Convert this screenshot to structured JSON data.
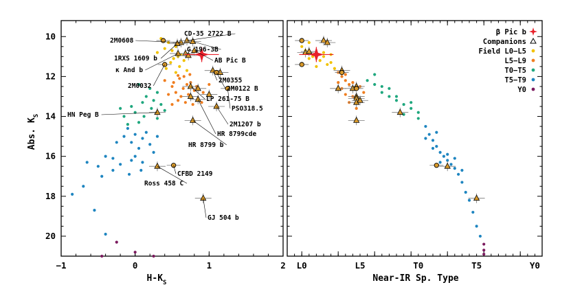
{
  "chart_data": [
    {
      "type": "scatter",
      "panel": "left",
      "xlabel": "H-K",
      "xlabel_sub": "S",
      "ylabel": "Abs. K",
      "ylabel_sub": "S",
      "xlim": [
        -1,
        2
      ],
      "ylim": [
        21,
        9.2
      ],
      "y_inverted": true,
      "xticks": [
        -1,
        0,
        1,
        2
      ],
      "xtick_labels": [
        "−1",
        "0",
        "1",
        "2"
      ],
      "yticks": [
        10,
        12,
        14,
        16,
        18,
        20
      ],
      "ytick_labels": [
        "10",
        "12",
        "14",
        "16",
        "18",
        "20"
      ],
      "series": [
        {
          "name": "Field L0−L5",
          "color": "#f2c200",
          "points": [
            [
              0.35,
              10.1
            ],
            [
              0.45,
              10.3
            ],
            [
              0.55,
              10.5
            ],
            [
              0.5,
              10.7
            ],
            [
              0.62,
              10.9
            ],
            [
              0.4,
              10.6
            ],
            [
              0.58,
              11.0
            ],
            [
              0.3,
              10.8
            ],
            [
              0.52,
              11.1
            ],
            [
              0.66,
              11.2
            ],
            [
              0.48,
              11.3
            ],
            [
              0.6,
              11.5
            ],
            [
              0.42,
              11.6
            ],
            [
              0.55,
              11.8
            ],
            [
              0.7,
              11.7
            ]
          ]
        },
        {
          "name": "L5−L9",
          "color": "#f07e20",
          "points": [
            [
              0.4,
              12.2
            ],
            [
              0.52,
              12.3
            ],
            [
              0.6,
              12.1
            ],
            [
              0.7,
              12.4
            ],
            [
              0.5,
              12.5
            ],
            [
              0.65,
              12.6
            ],
            [
              0.75,
              12.3
            ],
            [
              0.55,
              12.8
            ],
            [
              0.8,
              12.7
            ],
            [
              0.62,
              13.0
            ],
            [
              0.72,
              12.9
            ],
            [
              0.85,
              13.1
            ],
            [
              0.58,
              13.2
            ],
            [
              0.68,
              13.3
            ],
            [
              0.78,
              13.4
            ],
            [
              0.92,
              12.8
            ],
            [
              0.9,
              13.3
            ],
            [
              0.45,
              12.9
            ],
            [
              0.66,
              12.0
            ],
            [
              0.74,
              11.9
            ],
            [
              0.58,
              11.95
            ],
            [
              0.83,
              12.5
            ],
            [
              0.5,
              13.4
            ],
            [
              1.0,
              12.4
            ]
          ]
        },
        {
          "name": "T0−T5",
          "color": "#1fa77e",
          "points": [
            [
              0.05,
              12.4
            ],
            [
              0.2,
              12.6
            ],
            [
              0.3,
              12.8
            ],
            [
              0.15,
              13.0
            ],
            [
              0.25,
              13.2
            ],
            [
              0.35,
              13.4
            ],
            [
              0.1,
              13.3
            ],
            [
              -0.05,
              13.5
            ],
            [
              0.0,
              13.8
            ],
            [
              0.12,
              14.0
            ],
            [
              -0.15,
              14.0
            ],
            [
              0.22,
              13.6
            ],
            [
              0.4,
              13.7
            ],
            [
              0.05,
              14.3
            ],
            [
              -0.2,
              13.6
            ],
            [
              0.3,
              14.1
            ],
            [
              -0.1,
              14.4
            ]
          ]
        },
        {
          "name": "T5−T9",
          "color": "#1e85c0",
          "points": [
            [
              -0.1,
              14.6
            ],
            [
              0.0,
              14.9
            ],
            [
              0.1,
              15.1
            ],
            [
              -0.05,
              15.3
            ],
            [
              0.05,
              15.6
            ],
            [
              0.15,
              14.8
            ],
            [
              0.2,
              15.4
            ],
            [
              0.25,
              15.8
            ],
            [
              -0.15,
              15.0
            ],
            [
              0.0,
              16.0
            ],
            [
              0.1,
              16.3
            ],
            [
              -0.2,
              16.4
            ],
            [
              -0.3,
              16.1
            ],
            [
              -0.4,
              16.0
            ],
            [
              -0.5,
              16.5
            ],
            [
              -0.45,
              17.0
            ],
            [
              -0.65,
              16.3
            ],
            [
              -0.7,
              17.5
            ],
            [
              -0.85,
              17.9
            ],
            [
              -0.55,
              18.7
            ],
            [
              -0.4,
              19.9
            ],
            [
              0.08,
              16.7
            ],
            [
              -0.08,
              16.9
            ],
            [
              0.3,
              15.0
            ],
            [
              -0.25,
              15.3
            ],
            [
              -0.3,
              16.7
            ],
            [
              -0.05,
              16.2
            ]
          ]
        },
        {
          "name": "Y0",
          "color": "#7b1a5e",
          "points": [
            [
              -0.25,
              20.3
            ],
            [
              0.0,
              20.8
            ],
            [
              0.25,
              21.0
            ],
            [
              -0.45,
              21.0
            ]
          ]
        },
        {
          "name": "Companions",
          "marker": "triangle",
          "color": "#d99a2b",
          "points": [
            [
              0.62,
              10.3
            ],
            [
              0.7,
              10.2
            ],
            [
              0.78,
              10.25
            ],
            [
              0.57,
              10.35
            ],
            [
              0.8,
              10.7
            ],
            [
              0.68,
              10.85
            ],
            [
              0.58,
              10.85
            ],
            [
              0.72,
              10.95
            ],
            [
              1.05,
              11.7
            ],
            [
              1.15,
              11.8
            ],
            [
              0.75,
              12.5
            ],
            [
              0.85,
              12.6
            ],
            [
              1.0,
              12.9
            ],
            [
              0.75,
              13.0
            ],
            [
              0.85,
              13.15
            ],
            [
              1.1,
              13.5
            ],
            [
              0.78,
              14.2
            ],
            [
              0.3,
              16.5
            ],
            [
              0.92,
              18.1
            ],
            [
              0.3,
              13.8
            ]
          ]
        },
        {
          "name": "Circled",
          "marker": "circle",
          "color": "#d99a2b",
          "points": [
            [
              0.38,
              10.2
            ],
            [
              0.4,
              11.4
            ],
            [
              1.1,
              11.8
            ],
            [
              1.25,
              12.6
            ],
            [
              0.52,
              16.45
            ]
          ]
        },
        {
          "name": "β Pic b",
          "marker": "star",
          "color": "#e8202a",
          "points": [
            [
              0.9,
              10.9
            ]
          ]
        }
      ],
      "annotations": [
        "2M0608",
        "CD-35 2722 B",
        "G 196-3B",
        "1RXS 1609 b",
        "AB Pic B",
        "κ And b",
        "2M0355",
        "2M0032",
        "2M0122 B",
        "LP 261-75 B",
        "PSO318.5",
        "2M1207 b",
        "HN Peg B",
        "HR 8799cde",
        "HR 8799 b",
        "CFBD 2149",
        "Ross 458 C",
        "GJ 504 b"
      ]
    },
    {
      "type": "scatter",
      "panel": "right",
      "xlabel": "Near-IR Sp. Type",
      "xlim": [
        -2,
        33
      ],
      "ylim": [
        21,
        9.2
      ],
      "y_inverted": true,
      "xticks": [
        0,
        5,
        10,
        15,
        20,
        25,
        30
      ],
      "xtick_labels": [
        "L0",
        "L5",
        "T0",
        "T5",
        "Y0"
      ],
      "xtick_label_positions": [
        0,
        8,
        16,
        24,
        32
      ],
      "series": [
        {
          "name": "Field L0−L5",
          "color": "#f2c200",
          "points": [
            [
              0,
              10.5
            ],
            [
              0.5,
              10.7
            ],
            [
              1,
              10.3
            ],
            [
              1.5,
              11.0
            ],
            [
              2,
              10.9
            ],
            [
              2.5,
              11.2
            ],
            [
              3,
              11.0
            ],
            [
              3.5,
              11.4
            ],
            [
              4,
              11.3
            ],
            [
              1,
              11.1
            ],
            [
              2,
              11.5
            ],
            [
              3,
              10.8
            ],
            [
              4.5,
              11.6
            ],
            [
              4,
              10.9
            ]
          ]
        },
        {
          "name": "L5−L9",
          "color": "#f07e20",
          "points": [
            [
              5,
              11.8
            ],
            [
              5.5,
              12.0
            ],
            [
              6,
              12.2
            ],
            [
              6.5,
              12.4
            ],
            [
              7,
              12.3
            ],
            [
              7.5,
              12.6
            ],
            [
              8,
              12.5
            ],
            [
              5.5,
              12.6
            ],
            [
              6,
              12.9
            ],
            [
              7,
              13.0
            ],
            [
              8,
              13.2
            ],
            [
              6.5,
              13.3
            ],
            [
              7.5,
              13.6
            ],
            [
              8.5,
              12.8
            ],
            [
              5,
              12.3
            ],
            [
              6,
              11.9
            ]
          ]
        },
        {
          "name": "T0−T5",
          "color": "#1fa77e",
          "points": [
            [
              9,
              12.2
            ],
            [
              10,
              12.4
            ],
            [
              11,
              12.8
            ],
            [
              12,
              13.0
            ],
            [
              13,
              13.2
            ],
            [
              14,
              13.4
            ],
            [
              15,
              13.6
            ],
            [
              16,
              13.8
            ],
            [
              10,
              11.9
            ],
            [
              11,
              12.5
            ],
            [
              13,
              13.0
            ],
            [
              15,
              13.3
            ],
            [
              16,
              14.1
            ],
            [
              14,
              13.9
            ],
            [
              12,
              12.6
            ]
          ]
        },
        {
          "name": "T5−T9",
          "color": "#1e85c0",
          "points": [
            [
              17,
              14.5
            ],
            [
              17.5,
              14.9
            ],
            [
              18,
              15.2
            ],
            [
              18.5,
              15.5
            ],
            [
              19,
              15.8
            ],
            [
              19.5,
              16.0
            ],
            [
              20,
              16.2
            ],
            [
              20.5,
              16.4
            ],
            [
              21,
              16.6
            ],
            [
              21.5,
              16.9
            ],
            [
              22,
              17.3
            ],
            [
              22.5,
              17.8
            ],
            [
              23,
              18.2
            ],
            [
              23.5,
              18.8
            ],
            [
              24,
              19.5
            ],
            [
              24.5,
              20.0
            ],
            [
              18,
              15.6
            ],
            [
              19,
              16.3
            ],
            [
              20,
              15.9
            ],
            [
              21,
              16.1
            ],
            [
              22,
              16.7
            ],
            [
              17,
              15.1
            ],
            [
              18.5,
              14.8
            ]
          ]
        },
        {
          "name": "Y0",
          "color": "#7b1a5e",
          "points": [
            [
              25,
              20.4
            ],
            [
              25,
              20.7
            ],
            [
              25,
              20.9
            ]
          ]
        },
        {
          "name": "Companions",
          "marker": "triangle",
          "color": "#d99a2b",
          "points": [
            [
              0.5,
              10.8
            ],
            [
              1,
              10.75
            ],
            [
              3,
              10.2
            ],
            [
              3.5,
              10.3
            ],
            [
              5.5,
              11.7
            ],
            [
              7.5,
              12.5
            ],
            [
              7,
              12.6
            ],
            [
              7.5,
              13.0
            ],
            [
              7.5,
              13.1
            ],
            [
              7.5,
              13.3
            ],
            [
              7.5,
              14.2
            ],
            [
              8,
              13.2
            ],
            [
              5,
              12.6
            ],
            [
              13.5,
              13.8
            ],
            [
              20,
              16.5
            ],
            [
              24,
              18.1
            ]
          ]
        },
        {
          "name": "Circled",
          "marker": "circle",
          "color": "#d99a2b",
          "points": [
            [
              0,
              10.2
            ],
            [
              0,
              11.4
            ],
            [
              5.5,
              11.8
            ],
            [
              7.5,
              12.6
            ],
            [
              18.5,
              16.45
            ]
          ]
        },
        {
          "name": "β Pic b",
          "marker": "star",
          "color": "#e8202a",
          "points": [
            [
              2,
              10.9
            ]
          ]
        }
      ],
      "legend": {
        "placement": "top-right",
        "entries": [
          {
            "label": "β Pic b",
            "color": "#e8202a",
            "marker": "star"
          },
          {
            "label": "Companions",
            "color": "#000000",
            "marker": "open-triangle"
          },
          {
            "label": "Field L0−L5",
            "color": "#f2c200",
            "marker": "dot"
          },
          {
            "label": "L5−L9",
            "color": "#f07e20",
            "marker": "dot"
          },
          {
            "label": "T0−T5",
            "color": "#1fa77e",
            "marker": "dot"
          },
          {
            "label": "T5−T9",
            "color": "#1e85c0",
            "marker": "dot"
          },
          {
            "label": "Y0",
            "color": "#7b1a5e",
            "marker": "dot"
          }
        ]
      }
    }
  ]
}
